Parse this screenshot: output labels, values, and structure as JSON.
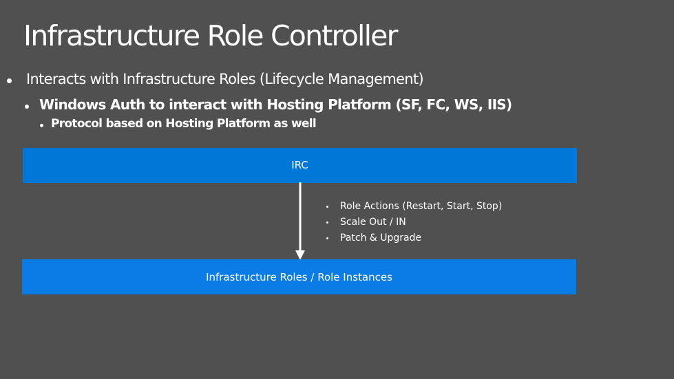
{
  "slide": {
    "title": "Infrastructure Role Controller",
    "bullets": [
      "Interacts with Infrastructure Roles (Lifecycle Management)",
      "Windows Auth to interact with Hosting Platform (SF, FC, WS, IIS)",
      "Protocol based on Hosting Platform as well"
    ]
  },
  "diagram": {
    "top_box": "IRC",
    "bottom_box": "Infrastructure Roles / Role Instances",
    "actions": [
      "Role Actions (Restart, Start, Stop)",
      "Scale Out / IN",
      "Patch & Upgrade"
    ],
    "colors": {
      "background": "#505050",
      "top_box": "#0078d7",
      "bottom_box": "#0b7ce6",
      "arrow": "#ffffff"
    }
  }
}
